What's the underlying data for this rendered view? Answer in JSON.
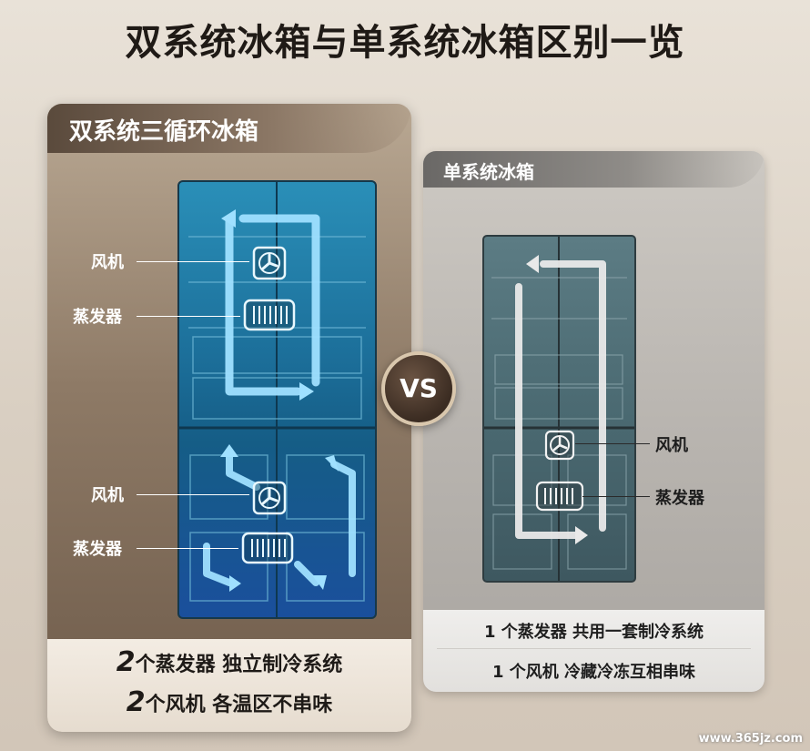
{
  "title": "双系统冰箱与单系统冰箱区别一览",
  "left": {
    "header": "双系统三循环冰箱",
    "labels": {
      "fan_top": "风机",
      "evap_top": "蒸发器",
      "fan_bottom": "风机",
      "evap_bottom": "蒸发器"
    },
    "caption1_num": "2",
    "caption1_text": "个蒸发器  独立制冷系统",
    "caption2_num": "2",
    "caption2_text": "个风机  各温区不串味"
  },
  "vs": "VS",
  "right": {
    "header": "单系统冰箱",
    "labels": {
      "fan": "风机",
      "evap": "蒸发器"
    },
    "caption1": "1 个蒸发器 共用一套制冷系统",
    "caption2": "1 个风机 冷藏冷冻互相串味"
  },
  "watermark": "www.365jz.com",
  "colors": {
    "airflow_cold": "#7fd4ff",
    "airflow_grey": "#e6e6e6",
    "accent_brown": "#5a4a3c"
  },
  "icons": [
    "fan-icon",
    "evaporator-icon",
    "airflow-arrow-icon"
  ]
}
